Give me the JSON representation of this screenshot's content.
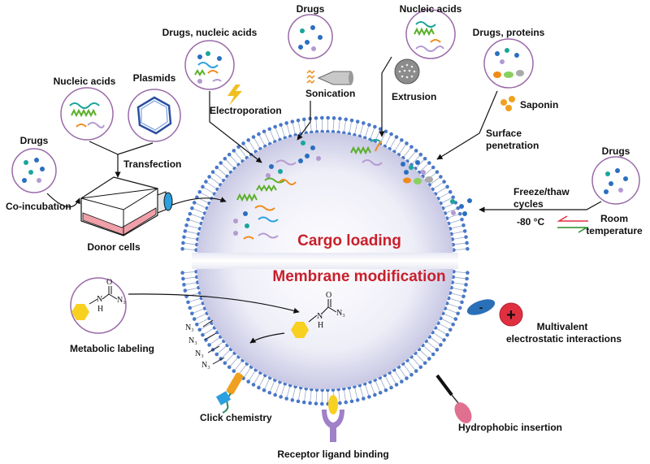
{
  "titles": {
    "cargo_loading": "Cargo loading",
    "membrane_modification": "Membrane modification"
  },
  "labels": {
    "drugs_left": "Drugs",
    "co_incubation": "Co-incubation",
    "nucleic_acids_left": "Nucleic acids",
    "plasmids": "Plasmids",
    "transfection": "Transfection",
    "donor_cells": "Donor cells",
    "drugs_nucleic_acids": "Drugs, nucleic acids",
    "electroporation": "Electroporation",
    "drugs_top": "Drugs",
    "sonication": "Sonication",
    "nucleic_acids_top": "Nucleic acids",
    "extrusion": "Extrusion",
    "drugs_proteins": "Drugs, proteins",
    "saponin": "Saponin",
    "surface_penetration_1": "Surface",
    "surface_penetration_2": "penetration",
    "drugs_right": "Drugs",
    "freeze_thaw_1": "Freeze/thaw",
    "freeze_thaw_2": "cycles",
    "minus_80": "-80 °C",
    "room_temp_1": "Room",
    "room_temp_2": "temperature",
    "metabolic_labeling": "Metabolic labeling",
    "click_chemistry": "Click chemistry",
    "receptor_ligand_binding": "Receptor ligand binding",
    "hydrophobic_insertion": "Hydrophobic insertion",
    "multivalent_1": "Multivalent",
    "multivalent_2": "electrostatic interactions",
    "minus_sign": "-",
    "plus_sign": "+",
    "azide_N": "N",
    "azide_H": "H",
    "azide_O": "O",
    "azide_N3": "N₃"
  },
  "colors": {
    "title_red": "#c8202c",
    "membrane_blue": "#4a78c8",
    "vesicle_inner": "#dcdcf0",
    "circle_outline": "#9a6aa8",
    "drug_blue": "#2a6fc0",
    "drug_teal": "#1aa59a",
    "drug_purple": "#b49ad0",
    "nucleic_green": "#5ab02a",
    "nucleic_orange": "#f08a1a",
    "flask_pink": "#f0a0a8",
    "flask_cap": "#2aa0e0",
    "lightning_yellow": "#f0c020",
    "hexagon_yellow": "#f8d020",
    "positive_red": "#e03040",
    "receptor_purple": "#a080c8",
    "hydrophobic_pink": "#e07090"
  },
  "icons": [
    "drug-molecule-icon",
    "nucleic-acid-strand-icon",
    "plasmid-icon",
    "culture-flask-icon",
    "lightning-bolt-icon",
    "sonicator-probe-icon",
    "extrusion-membrane-icon",
    "saponin-icon",
    "thermometer-arrow-icon",
    "hexagon-sugar-icon",
    "receptor-icon",
    "hydrophobic-anchor-icon",
    "charge-icon"
  ]
}
